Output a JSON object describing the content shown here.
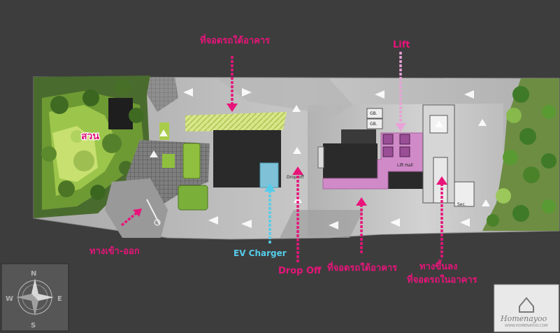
{
  "labels": {
    "parking_top": "ที่จอดรถใต้อาคาร",
    "lift": "Lift",
    "garden": "สวน",
    "entrance": "ทางเข้า-ออก",
    "ev_charger": "EV Charger",
    "drop_off": "Drop Off",
    "parking_bottom": "ที่จอดรถใต้อาคาร",
    "ramp_line1": "ทางขึ้นลง",
    "ramp_line2": "ที่จอดรถในอาคาร"
  },
  "plan_text": {
    "lift_hall": "Lift Hall",
    "drop_off_small": "Drop-off",
    "gb1": "GB.",
    "gb2": "GB.",
    "sec": "Sec."
  },
  "compass": {
    "n": "N",
    "e": "E",
    "s": "S",
    "w": "W"
  },
  "watermark": {
    "brand": "Homenayoo",
    "url": "WWW.HOMENAYOO.COM"
  },
  "colors": {
    "background": "#3d3d3d",
    "callout_pink": "#e8147a",
    "callout_cyan": "#55cdea",
    "lift_hall": "#d08ac8",
    "building": "#2a2a2a"
  }
}
